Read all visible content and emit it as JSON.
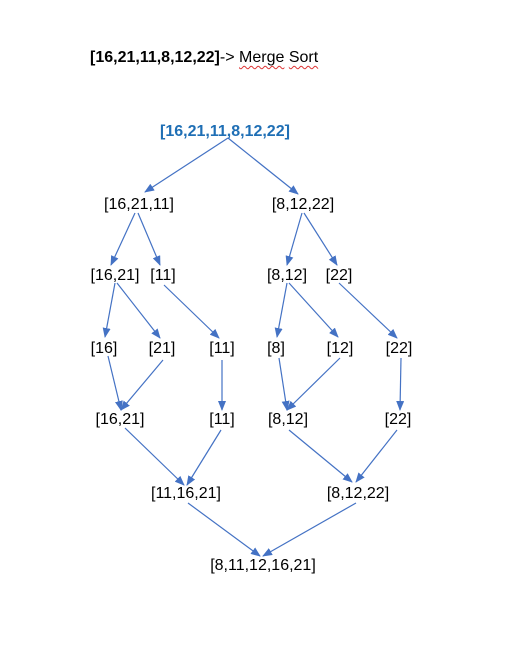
{
  "heading": {
    "array": "[16,21,11,8,12,22]",
    "arrow": "-> ",
    "merge": "Merge",
    "sort": "Sort"
  },
  "nodes": {
    "root": "[16,21,11,8,12,22]",
    "left_half": "[16,21,11]",
    "right_half": "[8,12,22]",
    "l_16_21": "[16,21]",
    "l_11": "[11]",
    "r_8_12": "[8,12]",
    "r_22": "[22]",
    "leaf_16": "[16]",
    "leaf_21": "[21]",
    "leaf_11": "[11]",
    "leaf_8": "[8]",
    "leaf_12": "[12]",
    "leaf_22": "[22]",
    "merge_16_21": "[16,21]",
    "merge_11": "[11]",
    "merge_8_12": "[8,12]",
    "merge_22": "[22]",
    "merge_11_16_21": "[11,16,21]",
    "merge_8_12_22": "[8,12,22]",
    "final": "[8,11,12,16,21]"
  },
  "colors": {
    "arrow": "#4472c4",
    "root_text": "#1f6fb5"
  }
}
